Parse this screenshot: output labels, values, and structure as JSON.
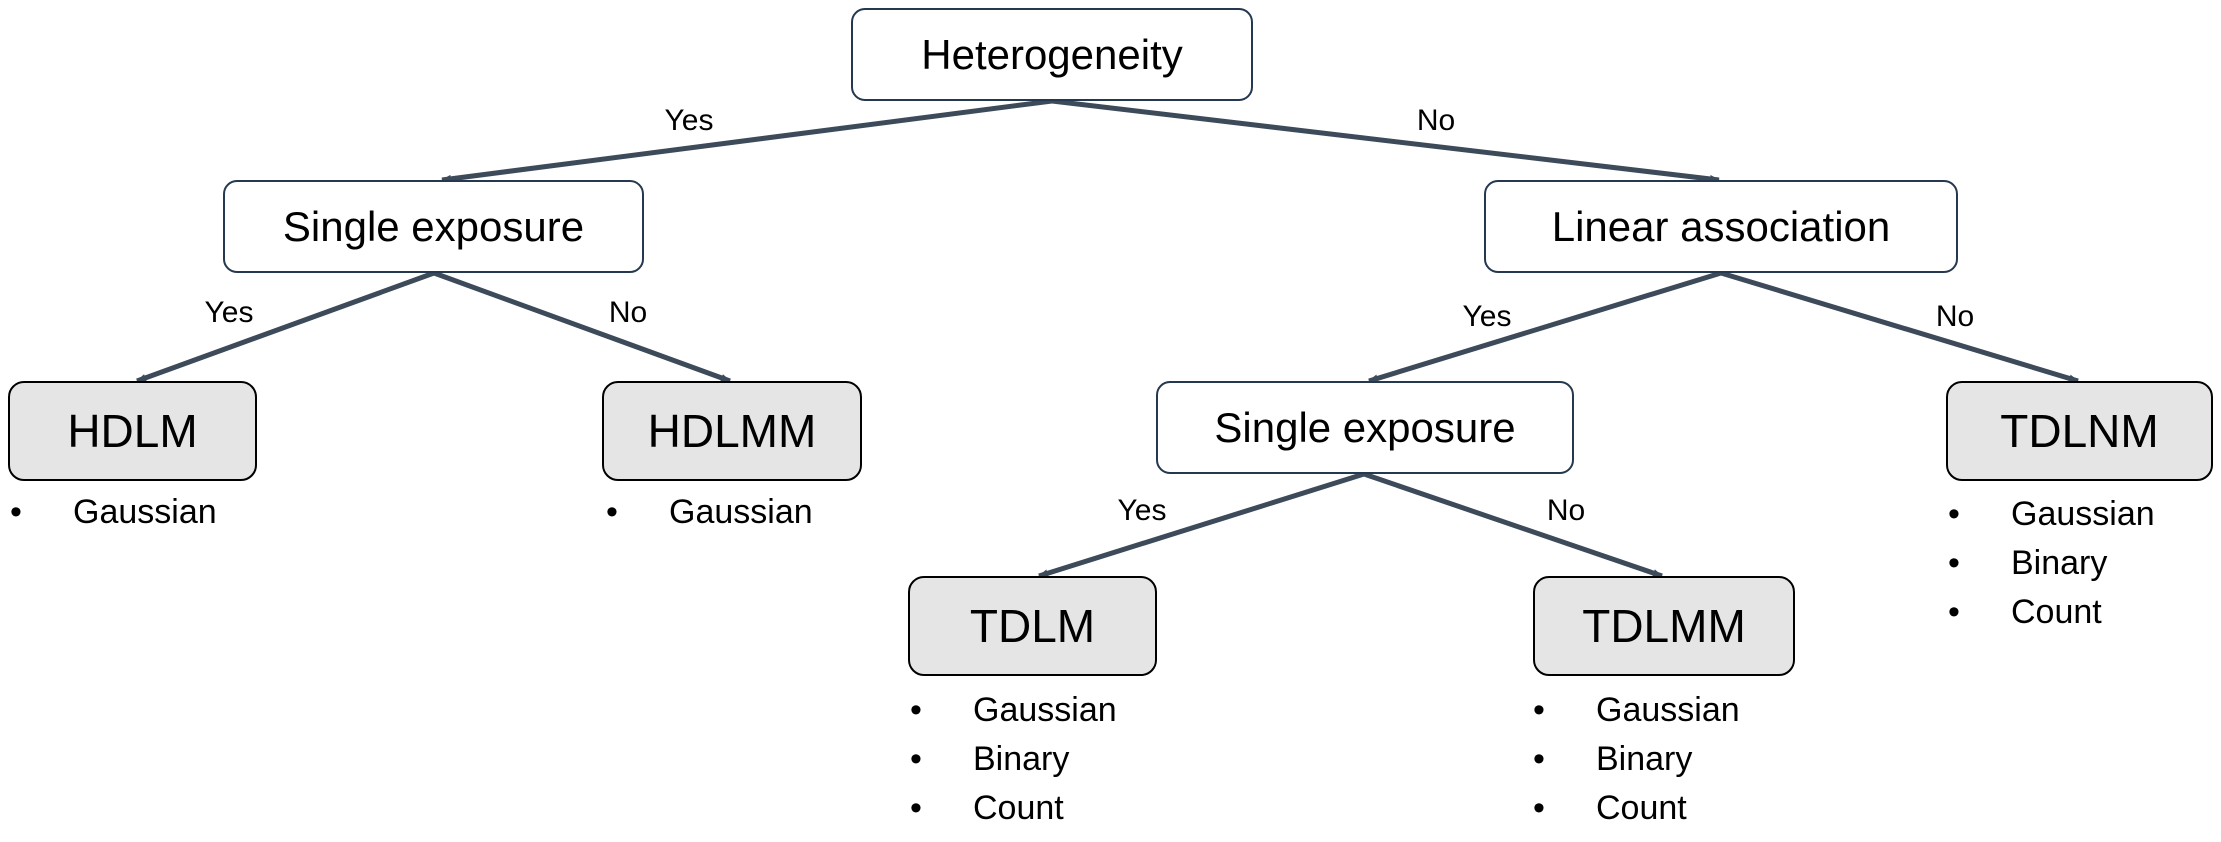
{
  "nodes": {
    "heterogeneity": "Heterogeneity",
    "single_exposure_left": "Single exposure",
    "linear_association": "Linear association",
    "single_exposure_mid": "Single exposure",
    "hdlm": "HDLM",
    "hdlmm": "HDLMM",
    "tdlm": "TDLM",
    "tdlmm": "TDLMM",
    "tdlnm": "TDLNM"
  },
  "edge_labels": {
    "het_yes": "Yes",
    "het_no": "No",
    "sel_yes": "Yes",
    "sel_no": "No",
    "lin_yes": "Yes",
    "lin_no": "No",
    "sem_yes": "Yes",
    "sem_no": "No"
  },
  "outcomes": {
    "hdlm": [
      "Gaussian"
    ],
    "hdlmm": [
      "Gaussian"
    ],
    "tdlm": [
      "Gaussian",
      "Binary",
      "Count"
    ],
    "tdlmm": [
      "Gaussian",
      "Binary",
      "Count"
    ],
    "tdlnm": [
      "Gaussian",
      "Binary",
      "Count"
    ]
  },
  "colors": {
    "edge": "#3d4a5a",
    "decision_border": "#24384f",
    "leaf_fill": "#e5e5e5",
    "leaf_border": "#000000"
  }
}
